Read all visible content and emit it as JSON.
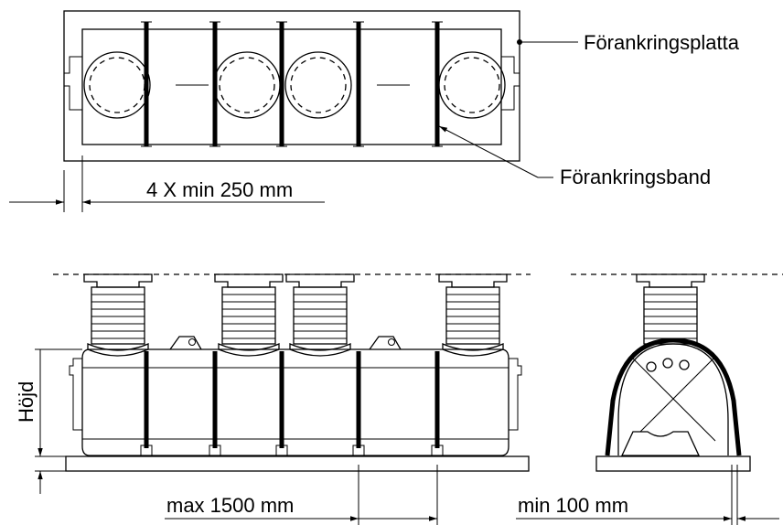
{
  "labels": {
    "plate": "Förankringsplatta",
    "band": "Förankringsband",
    "spacing": "4 X min 250 mm",
    "height": "Höjd",
    "max": "max 1500 mm",
    "min": "min 100 mm"
  }
}
